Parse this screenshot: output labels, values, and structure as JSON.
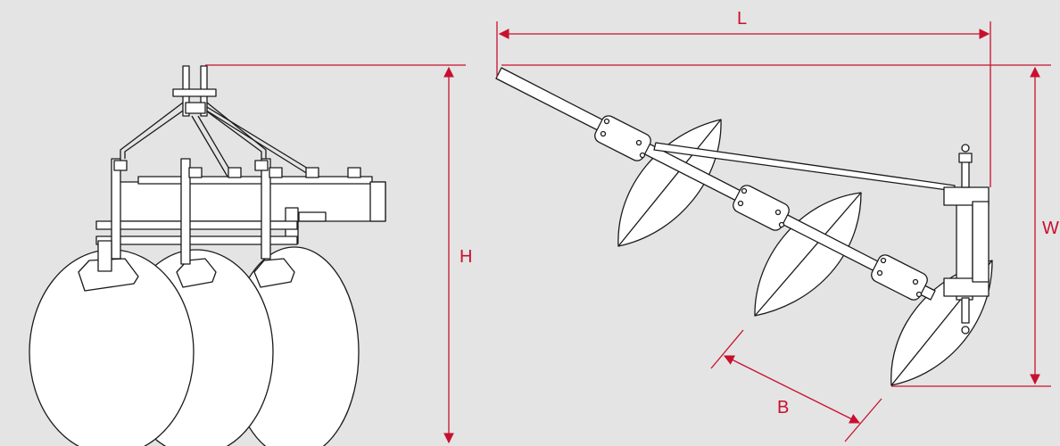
{
  "colors": {
    "background": "#e4e4e4",
    "line": "#1a1a1a",
    "dimension": "#c8102e",
    "part_fill": "#ffffff"
  },
  "dimensions": {
    "height_label": "H",
    "length_label": "L",
    "width_label": "W",
    "spacing_label": "B"
  },
  "views": {
    "front": {
      "disc_count": 3
    },
    "top": {
      "disc_count": 3
    }
  }
}
